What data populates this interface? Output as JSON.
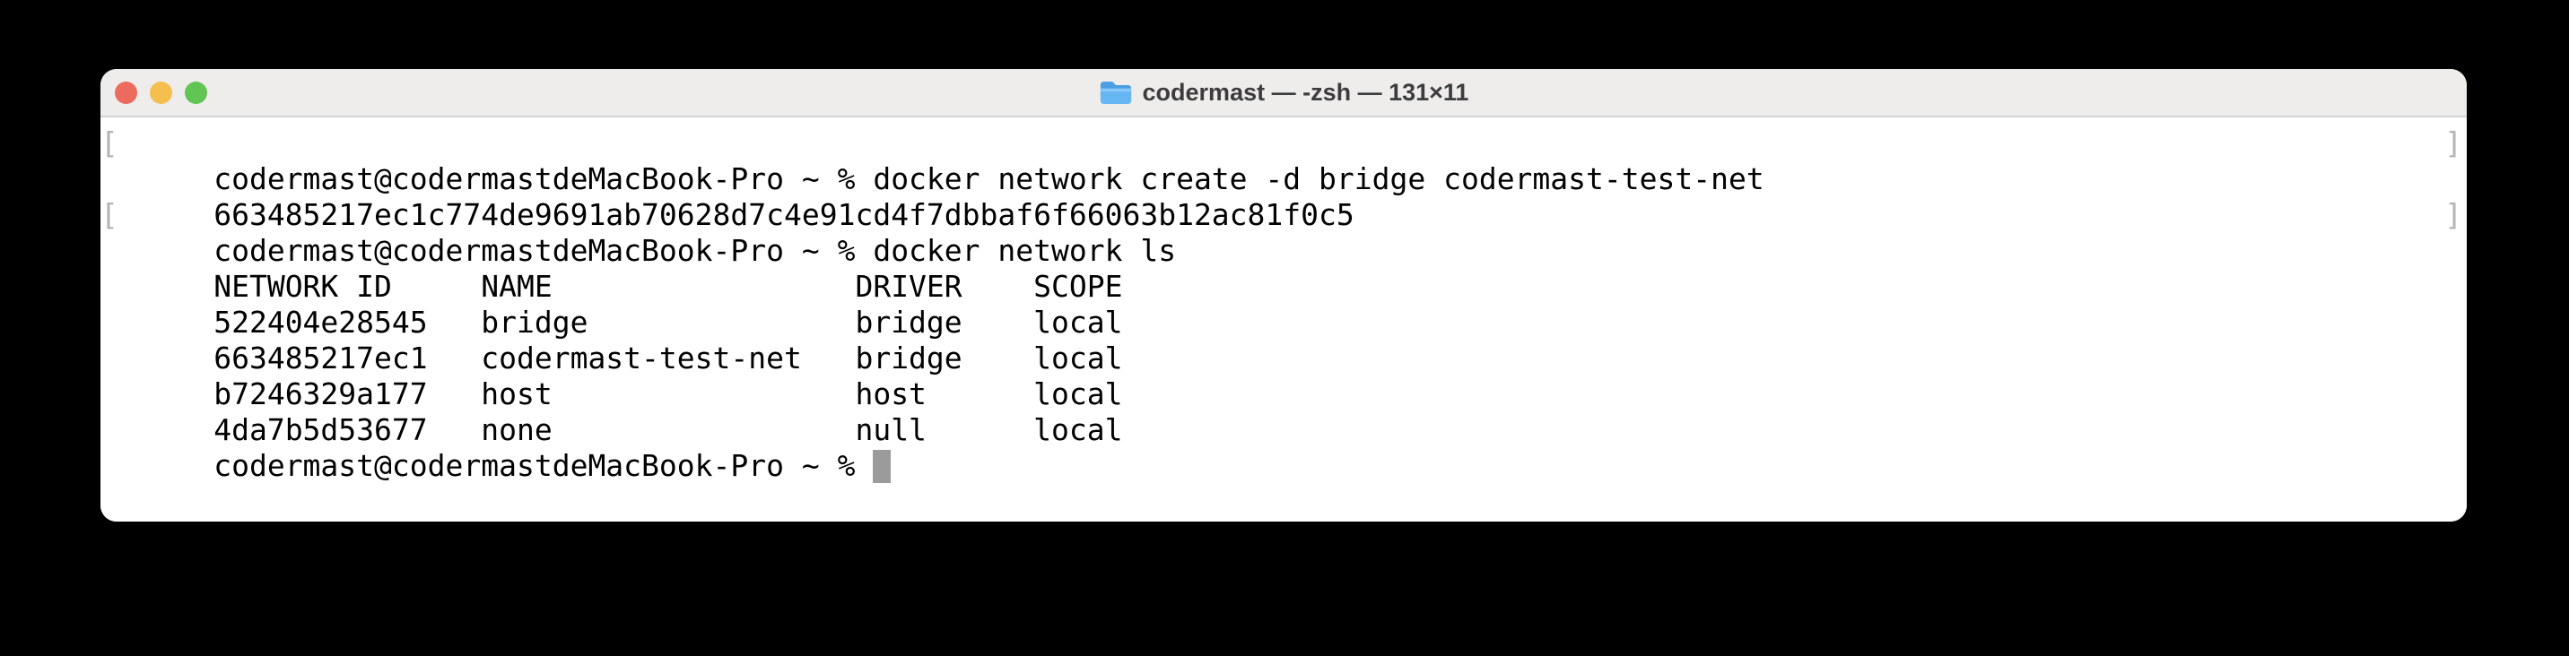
{
  "window": {
    "title": "codermast — -zsh — 131×11",
    "controls": {
      "close_color": "#ed6a5e",
      "minimize_color": "#f5bf4f",
      "zoom_color": "#61c554"
    }
  },
  "terminal": {
    "marks": {
      "open": "[",
      "close": "]"
    },
    "colors": {
      "background": "#ffffff",
      "text": "#000000",
      "mark": "#b4b4b4",
      "cursor": "#9b9b9b",
      "titlebar": "#eeedec"
    },
    "size": {
      "columns": 131,
      "rows": 11
    },
    "lines": [
      {
        "text": "codermast@codermastdeMacBook-Pro ~ % docker network create -d bridge codermast-test-net",
        "marked": true
      },
      {
        "text": "663485217ec1c774de9691ab70628d7c4e91cd4f7dbbaf6f66063b12ac81f0c5"
      },
      {
        "text": "codermast@codermastdeMacBook-Pro ~ % docker network ls",
        "marked": true
      },
      {
        "text": "NETWORK ID     NAME                 DRIVER    SCOPE"
      },
      {
        "text": "522404e28545   bridge               bridge    local"
      },
      {
        "text": "663485217ec1   codermast-test-net   bridge    local"
      },
      {
        "text": "b7246329a177   host                 host      local"
      },
      {
        "text": "4da7b5d53677   none                 null      local"
      },
      {
        "text": "codermast@codermastdeMacBook-Pro ~ % ",
        "cursor": true
      }
    ],
    "network_table": {
      "headers": [
        "NETWORK ID",
        "NAME",
        "DRIVER",
        "SCOPE"
      ],
      "rows": [
        [
          "522404e28545",
          "bridge",
          "bridge",
          "local"
        ],
        [
          "663485217ec1",
          "codermast-test-net",
          "bridge",
          "local"
        ],
        [
          "b7246329a177",
          "host",
          "host",
          "local"
        ],
        [
          "4da7b5d53677",
          "none",
          "null",
          "local"
        ]
      ]
    }
  }
}
